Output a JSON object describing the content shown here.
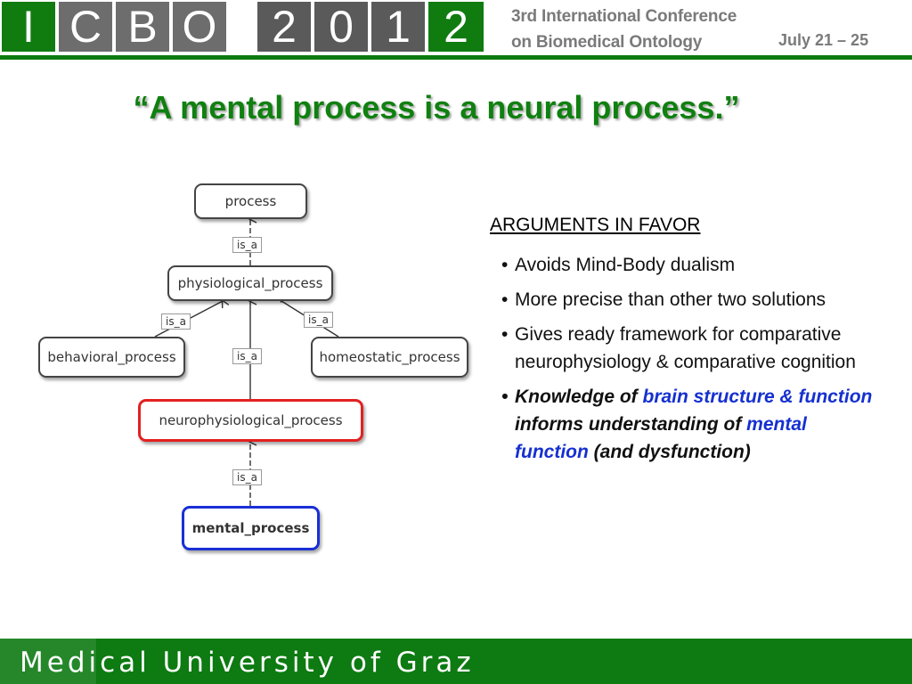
{
  "header": {
    "logo_letters": [
      "I",
      "C",
      "B",
      "O"
    ],
    "year_digits": [
      "2",
      "0",
      "1",
      "2"
    ],
    "conference_line1": "3rd International Conference",
    "conference_line2": "on Biomedical Ontology",
    "dates": "July 21 – 25"
  },
  "slide": {
    "title": "“A mental process is a neural process.”"
  },
  "diagram": {
    "nodes": {
      "process": "process",
      "physiological_process": "physiological_process",
      "behavioral_process": "behavioral_process",
      "homeostatic_process": "homeostatic_process",
      "neurophysiological_process": "neurophysiological_process",
      "mental_process": "mental_process"
    },
    "relation_label": "is_a"
  },
  "arguments": {
    "heading": "ARGUMENTS IN FAVOR",
    "items": [
      "Avoids Mind-Body dualism",
      "More precise than other two solutions",
      " Gives ready framework for comparative neurophysiology & comparative cognition"
    ],
    "last_item": {
      "p1": "Knowledge of ",
      "p2": "brain structure & function",
      "p3": " informs understanding of ",
      "p4": "mental function",
      "p5": " (and dysfunction)"
    }
  },
  "footer": {
    "text": "Medical University of Graz"
  },
  "colors": {
    "brand_green": "#0d7a12",
    "highlight_red": "#e32020",
    "highlight_blue": "#1a2fd6"
  }
}
